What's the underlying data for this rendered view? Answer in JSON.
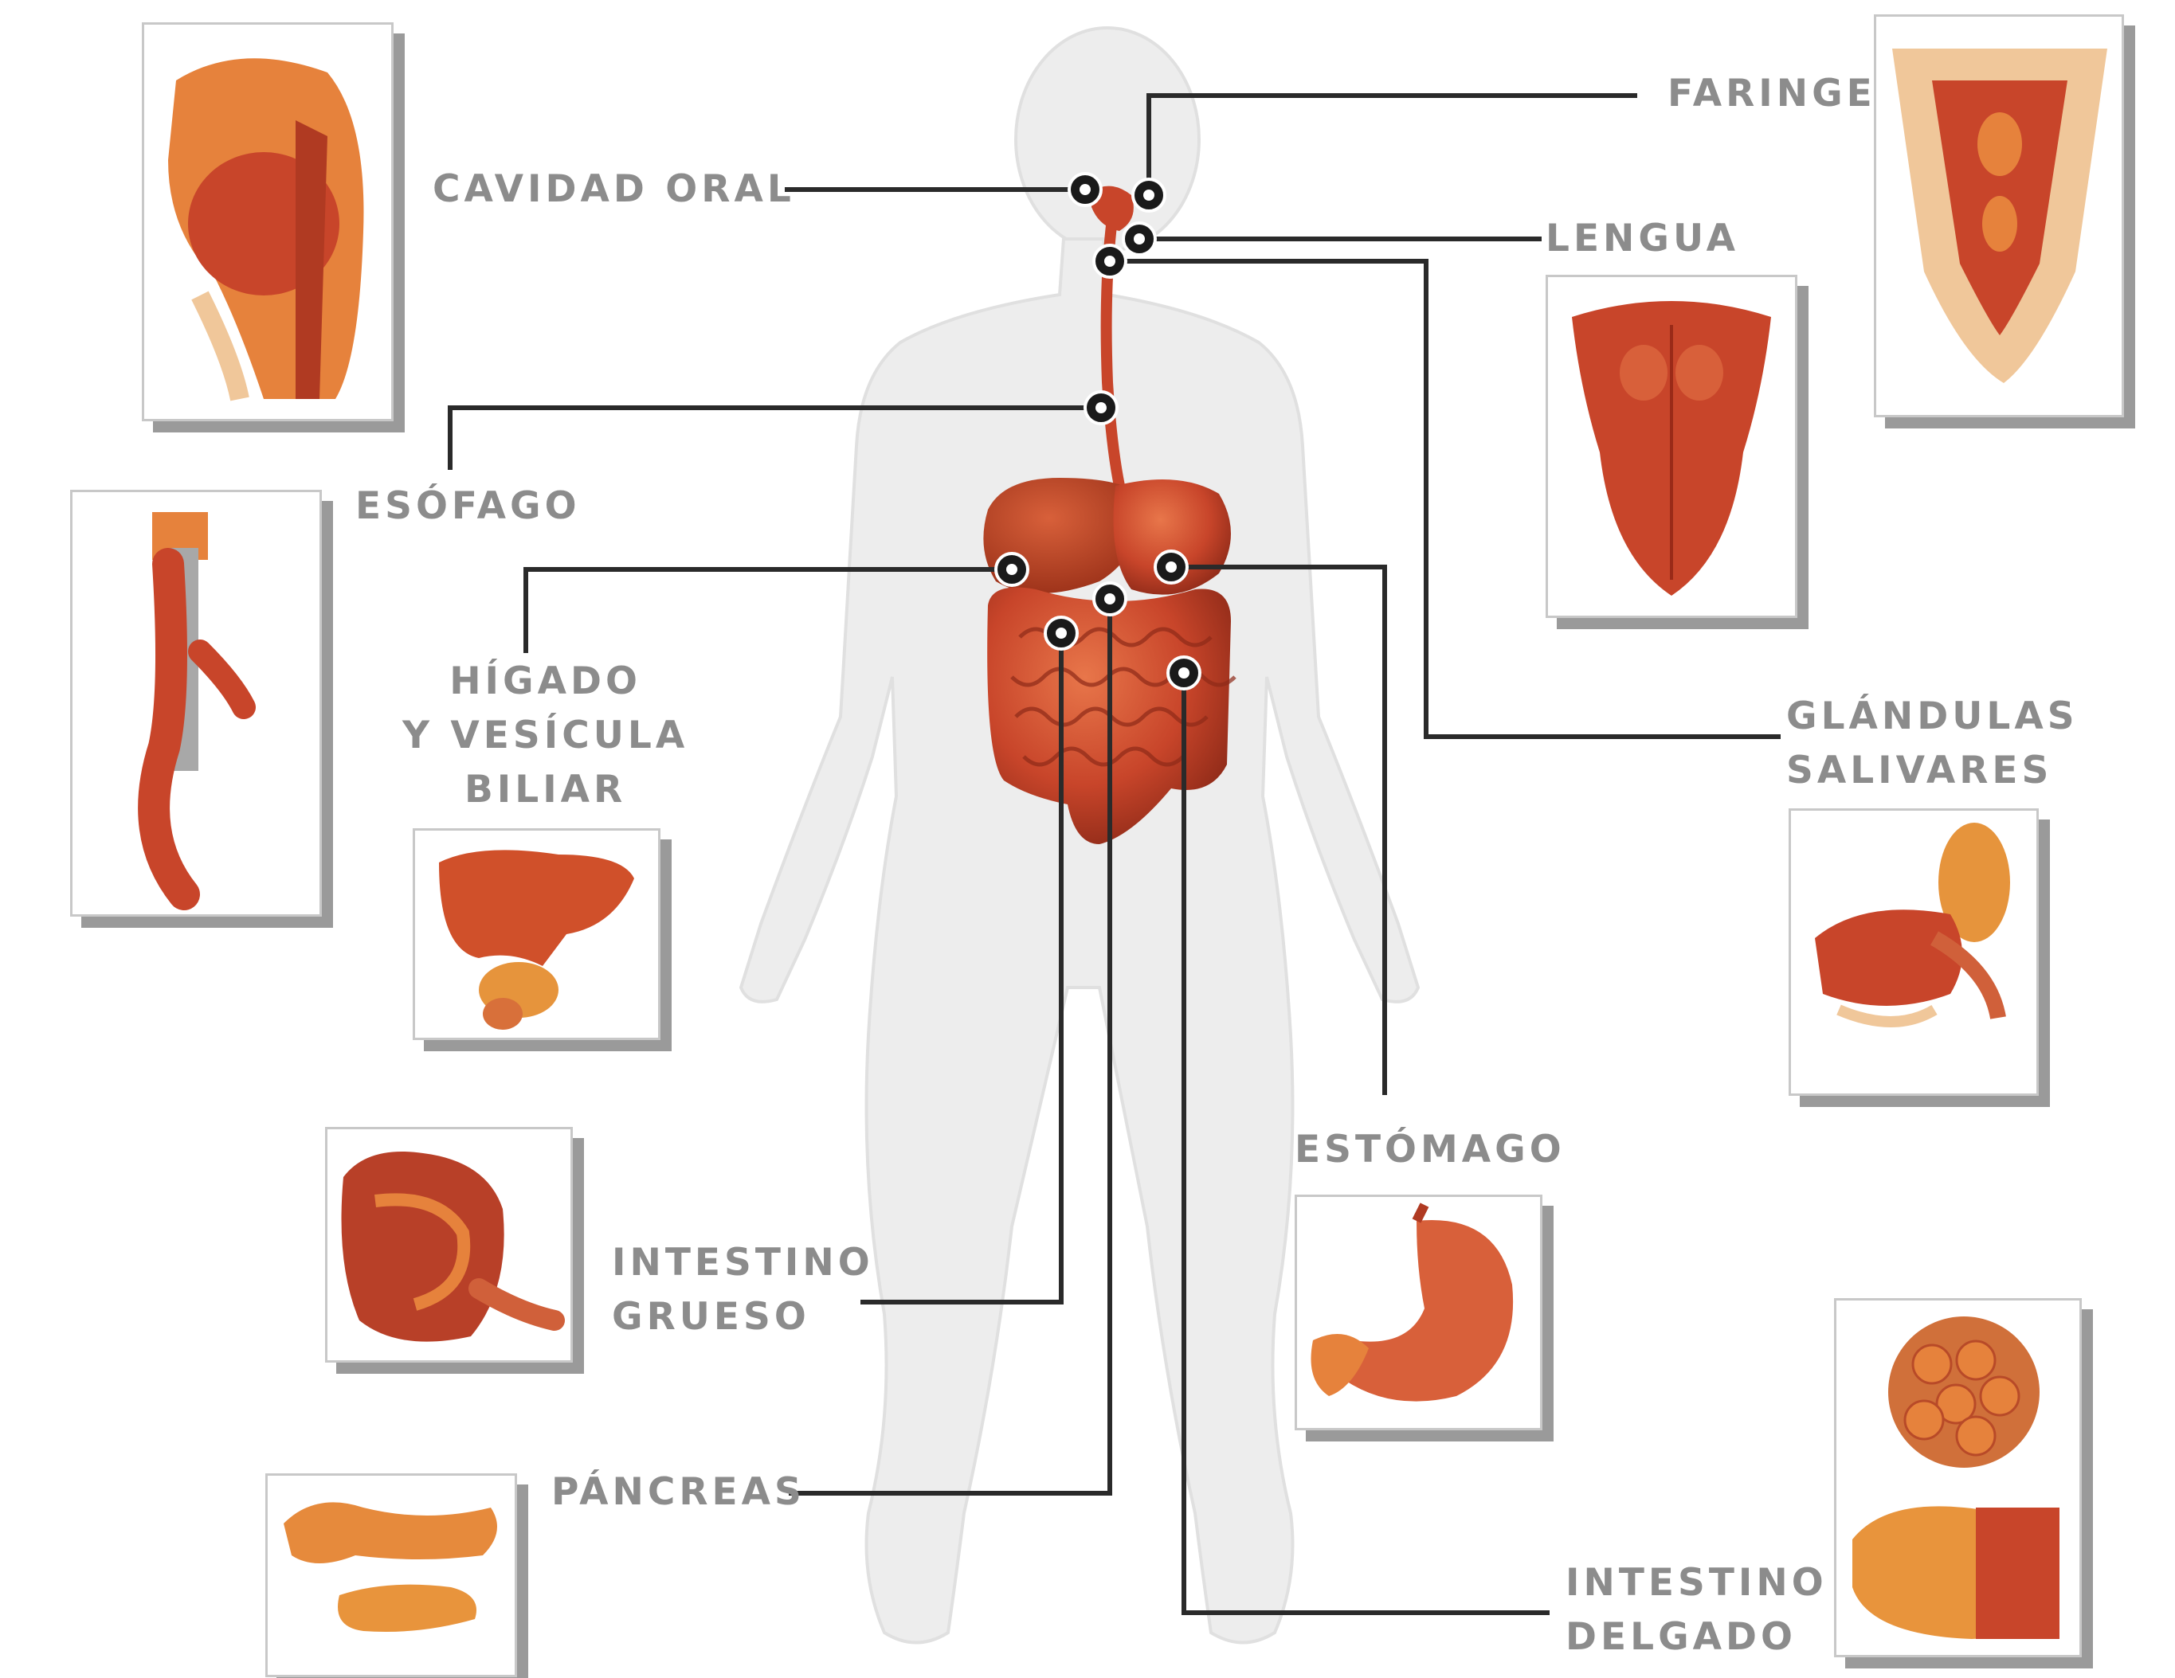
{
  "diagram": {
    "labels": {
      "cavidad_oral": "CAVIDAD ORAL",
      "faringe": "FARINGE",
      "lengua": "LENGUA",
      "esofago": "ESÓFAGO",
      "higado": [
        "HÍGADO",
        "Y VESÍCULA",
        "BILIAR"
      ],
      "glandulas": [
        "GLÁNDULAS",
        "SALIVARES"
      ],
      "estomago": "ESTÓMAGO",
      "intestino_grueso": [
        "INTESTINO",
        "GRUESO"
      ],
      "pancreas": "PÁNCREAS",
      "intestino_delgado": [
        "INTESTINO",
        "DELGADO"
      ]
    },
    "colors": {
      "label": "#8c8c8c",
      "organ": "#c8452a",
      "organ_light": "#e6823c",
      "leader": "#2a2a2a",
      "body": "#ececec"
    },
    "illustrations": [
      "mouth-cross-section",
      "esophagus",
      "liver-gallbladder",
      "large-intestine",
      "pancreas",
      "pharynx",
      "tongue",
      "salivary-glands",
      "stomach",
      "small-intestine"
    ]
  }
}
